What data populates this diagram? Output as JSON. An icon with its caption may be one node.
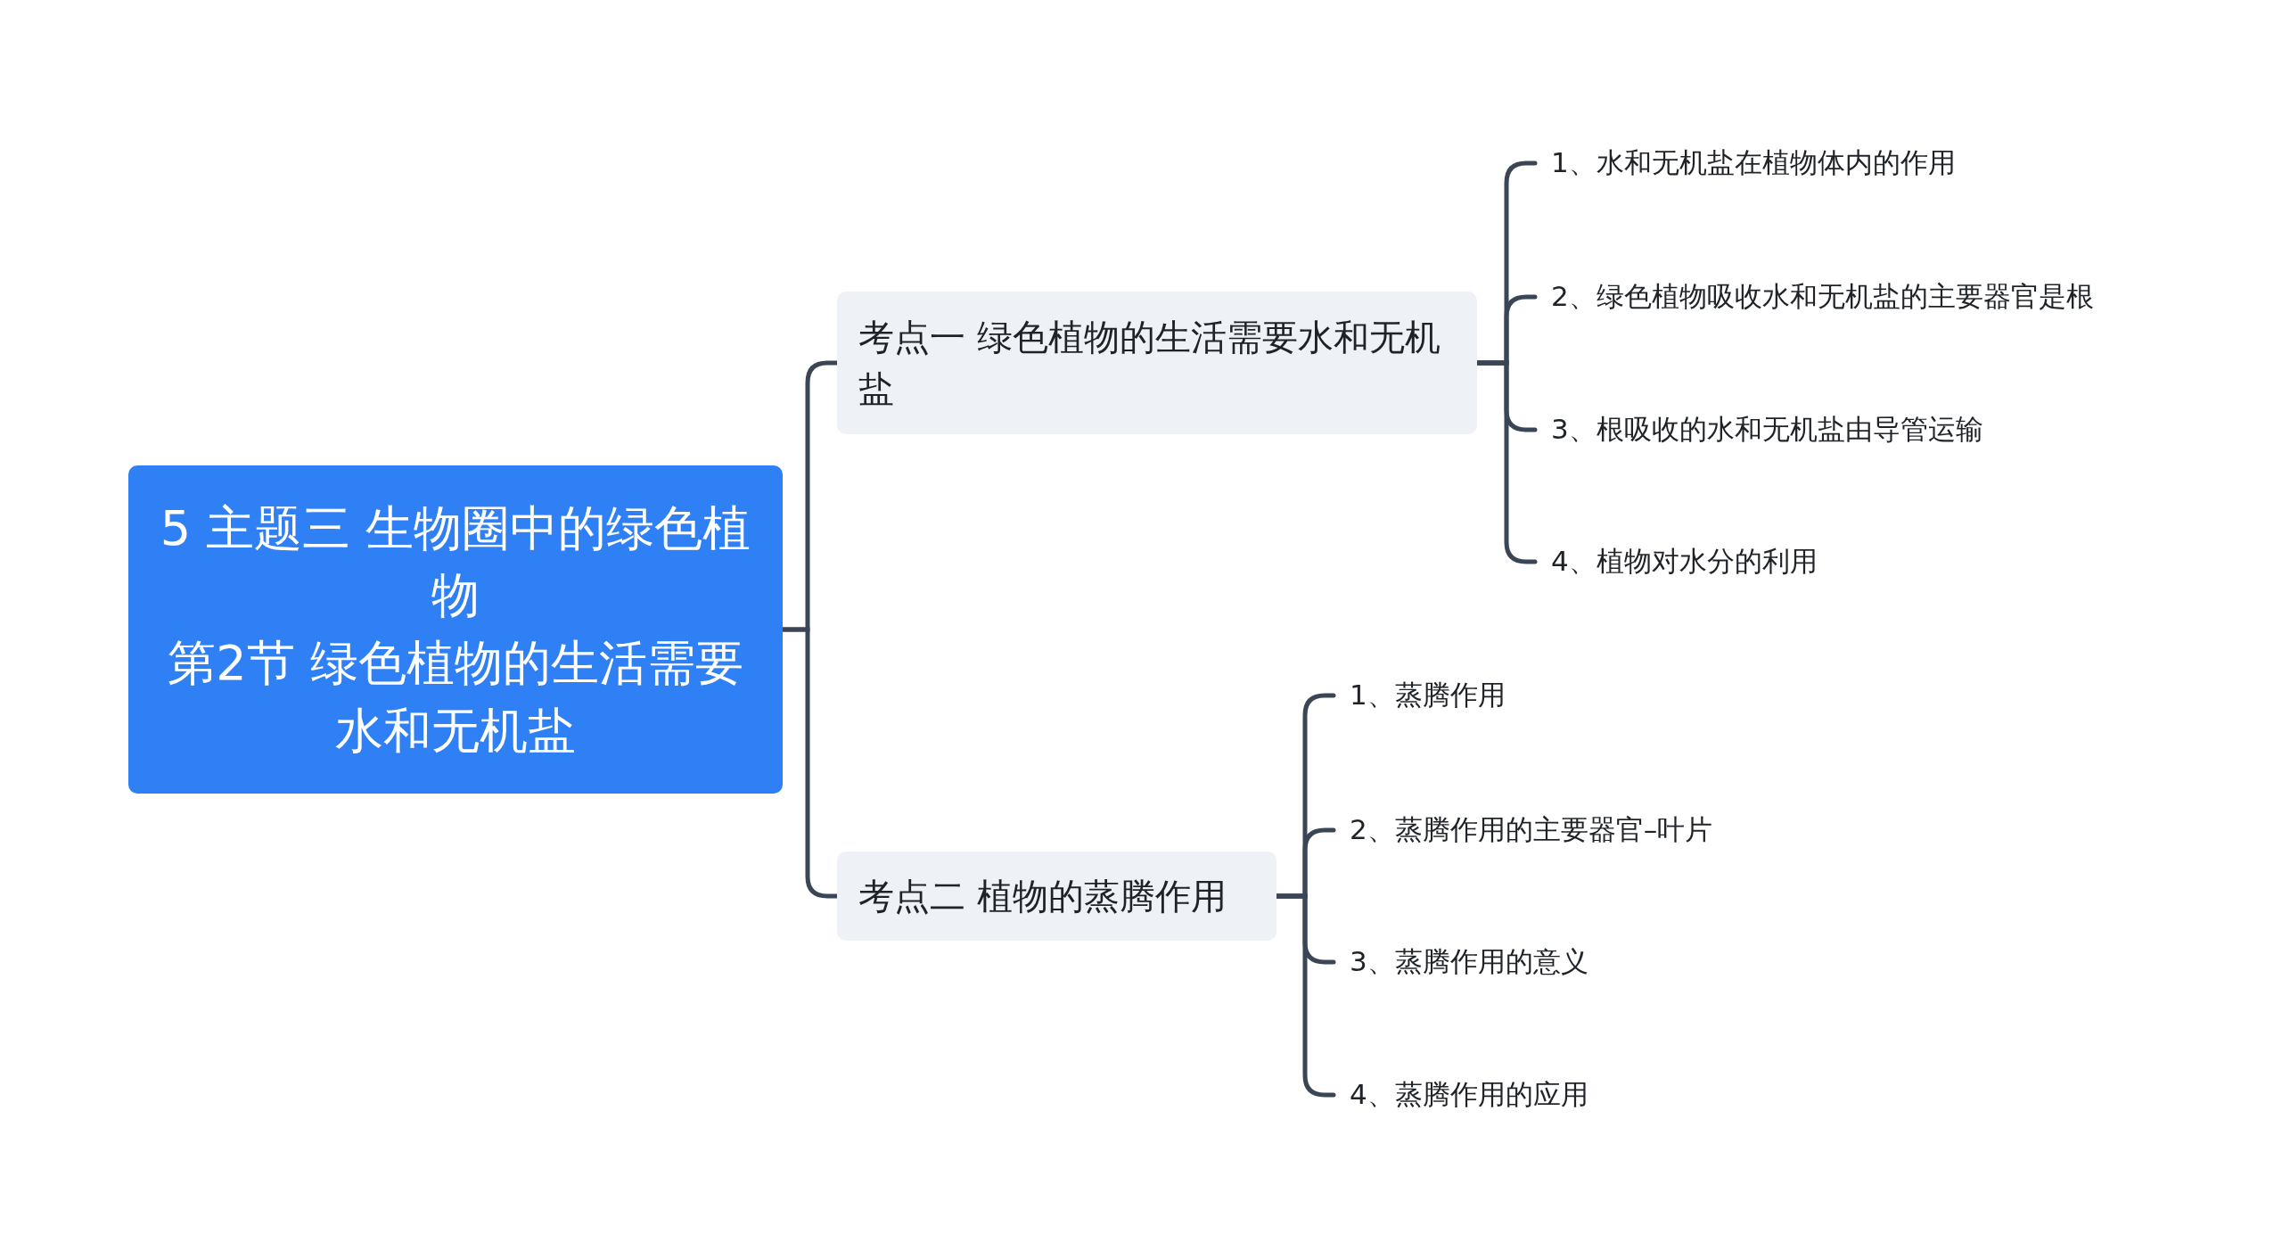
{
  "diagram": {
    "nodes": [
      {
        "text": [
          "5 主题三 生物圈中的绿色植物",
          "第2节 绿色植物的生活需要水和无机盐"
        ]
      },
      {
        "text": [
          "考点一 绿色植物的生活需要水和无机盐"
        ]
      },
      {
        "text": [
          "1、水和无机盐在植物体内的作用"
        ]
      },
      {
        "text": [
          "2、绿色植物吸收水和无机盐的主要器官是根"
        ]
      },
      {
        "text": [
          "3、根吸收的水和无机盐由导管运输"
        ]
      },
      {
        "text": [
          "4、植物对水分的利用"
        ]
      },
      {
        "text": [
          "考点二 植物的蒸腾作用"
        ]
      },
      {
        "text": [
          "1、蒸腾作用"
        ]
      },
      {
        "text": [
          "2、蒸腾作用的主要器官–叶片"
        ]
      },
      {
        "text": [
          "3、蒸腾作用的意义"
        ]
      },
      {
        "text": [
          "4、蒸腾作用的应用"
        ]
      }
    ],
    "edges": [
      {
        "from": 0,
        "to": 1,
        "arrow": "none"
      },
      {
        "from": 0,
        "to": 6,
        "arrow": "none"
      },
      {
        "from": 1,
        "to": 2,
        "arrow": "none"
      },
      {
        "from": 1,
        "to": 3,
        "arrow": "none"
      },
      {
        "from": 1,
        "to": 4,
        "arrow": "none"
      },
      {
        "from": 1,
        "to": 5,
        "arrow": "none"
      },
      {
        "from": 6,
        "to": 7,
        "arrow": "none"
      },
      {
        "from": 6,
        "to": 8,
        "arrow": "none"
      },
      {
        "from": 6,
        "to": 9,
        "arrow": "none"
      },
      {
        "from": 6,
        "to": 10,
        "arrow": "none"
      }
    ]
  }
}
